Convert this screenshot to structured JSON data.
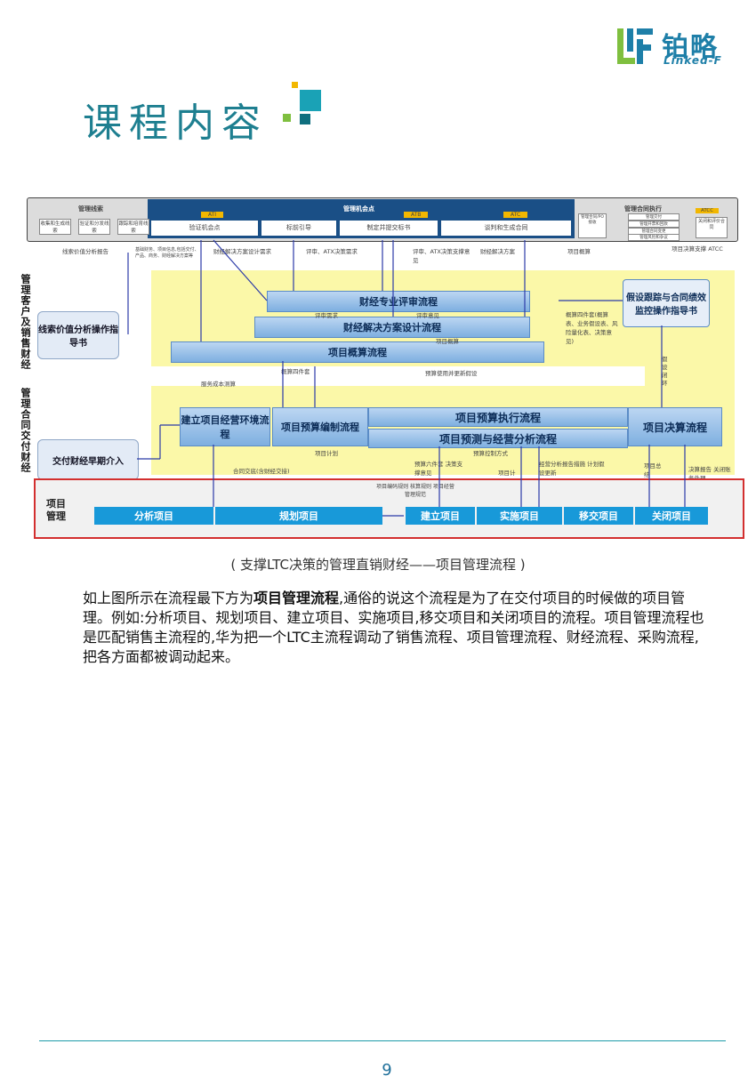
{
  "brand": {
    "name_cn": "铂略",
    "name_en": "Linked-F",
    "colors": {
      "teal": "#1e7f90",
      "blue": "#1e7fa8",
      "green": "#7fbf3f",
      "accent": "#1899d9"
    }
  },
  "heading": "课程内容",
  "diagram": {
    "top_bar": {
      "left_title": "管理线索",
      "left_items": [
        "收集和生成线索",
        "验证和分发线索",
        "跟踪和培育线索"
      ],
      "mid_title": "管理机会点",
      "gates": [
        "ATI",
        "ATB",
        "ATC"
      ],
      "mid_items": [
        "验证机会点",
        "标前引导",
        "制定并提交标书",
        "谈判和生成合同"
      ],
      "right_title": "管理合同执行",
      "right_items": [
        "管理合同/PO接收",
        "管理交付",
        "管理开票和回款",
        "管理合同变更",
        "管理风险和争议"
      ],
      "right_gate": "ATCC",
      "right_tail": [
        "关闭和评价合同"
      ]
    },
    "notes": {
      "n1": "线索价值分析报告",
      "n2": "基础财务、项目信息,包括交付、产品、商务、财经解决方案等",
      "n3": "财经解决方案设计需求",
      "n4": "评审、ATX决策需求",
      "n5": "评审、ATX决策支撑意见",
      "n6": "财经解决方案",
      "n7": "项目概算",
      "n8": "项目决算支撑 ATCC",
      "n9": "评审需求",
      "n10": "评审意见",
      "n11": "项目概算",
      "n12": "概算四件套(概算表、业务假设表、风险量化表、决策意见)",
      "n13": "概算四件套",
      "n14": "预算使用并更新假设",
      "n15": "服务成本测算",
      "n16": "项目计划",
      "n17": "合同交底(含财经交接)",
      "n18": "预算六件套 决策支撑意见",
      "n19": "预算控制方式",
      "n20": "经营分析报告措施 计划假设更新",
      "n21": "项目计划",
      "n22": "项目总结",
      "n23": "决算报告 关闭账务处理",
      "n24": "假设闭环",
      "n25": "项目编码规则 核算规则 项目经营管理规范"
    },
    "side_labels": {
      "left_top": "管理客户及销售财经",
      "left_bottom": "管理合同交付财经",
      "box1": "线索价值分析操作指导书",
      "box2": "交付财经早期介入"
    },
    "flows": {
      "f1": "财经专业评审流程",
      "f2": "财经解决方案设计流程",
      "f3": "项目概算流程",
      "f4": "假设跟踪与合同绩效监控操作指导书",
      "f5": "建立项目经营环境流程",
      "f6": "项目预算编制流程",
      "f7": "项目预算执行流程",
      "f8": "项目预测与经营分析流程",
      "f9": "项目决算流程"
    },
    "pm": {
      "label": "项目管理",
      "steps": [
        "分析项目",
        "规划项目",
        "建立项目",
        "实施项目",
        "移交项目",
        "关闭项目"
      ]
    }
  },
  "caption": "( 支撑LTC决策的管理直销财经——项目管理流程 )",
  "paragraph": {
    "p1": "如上图所示在流程最下方为",
    "bold": "项目管理流程",
    "p2": ",通俗的说这个流程是为了在交付项目的时候做的项目管理。例如:分析项目、规划项目、建立项目、实施项目,移交项目和关闭项目的流程。项目管理流程也是匹配销售主流程的,华为把一个LTC主流程调动了销售流程、项目管理流程、财经流程、采购流程,把各方面都被调动起来。"
  },
  "page_number": "9"
}
